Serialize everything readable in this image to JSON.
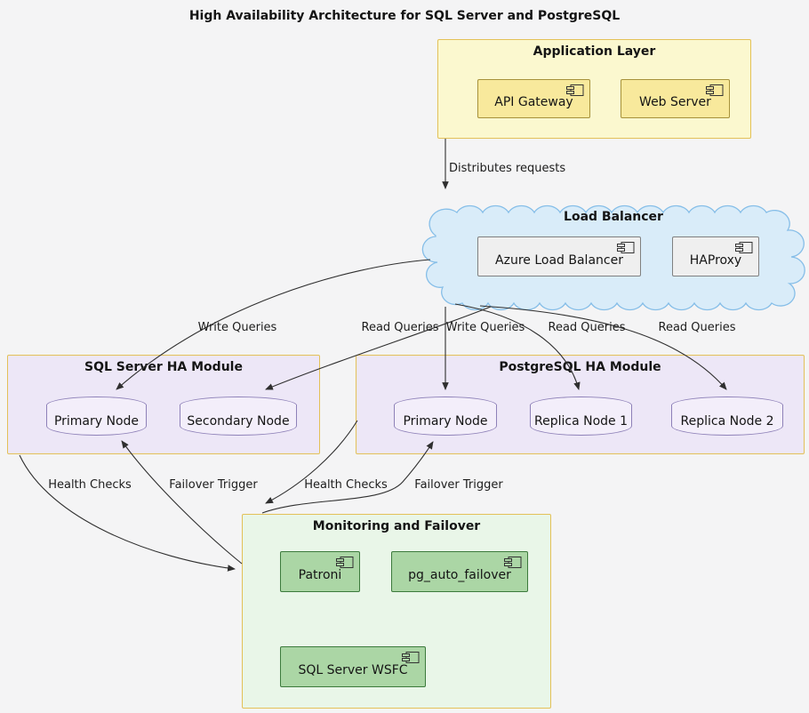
{
  "title": "High Availability Architecture for SQL Server and PostgreSQL",
  "groups": [
    {
      "label": "Application Layer",
      "type": "rectangle",
      "components": [
        {
          "label": "API Gateway"
        },
        {
          "label": "Web Server"
        }
      ]
    },
    {
      "label": "Load Balancer",
      "type": "cloud",
      "components": [
        {
          "label": "Azure Load Balancer"
        },
        {
          "label": "HAProxy"
        }
      ]
    },
    {
      "label": "SQL Server HA Module",
      "type": "rectangle",
      "databases": [
        {
          "label": "Primary Node"
        },
        {
          "label": "Secondary Node"
        }
      ]
    },
    {
      "label": "PostgreSQL HA Module",
      "type": "rectangle",
      "databases": [
        {
          "label": "Primary Node"
        },
        {
          "label": "Replica Node 1"
        },
        {
          "label": "Replica Node 2"
        }
      ]
    },
    {
      "label": "Monitoring and Failover",
      "type": "rectangle",
      "components": [
        {
          "label": "Patroni"
        },
        {
          "label": "pg_auto_failover"
        },
        {
          "label": "SQL Server WSFC"
        }
      ]
    }
  ],
  "edges": [
    {
      "label": "Distributes requests",
      "from": "Application Layer",
      "to": "Load Balancer"
    },
    {
      "label": "Write Queries",
      "from": "Load Balancer",
      "to": "SQL Server HA Module Primary Node"
    },
    {
      "label": "Read Queries",
      "from": "Load Balancer",
      "to": "SQL Server HA Module Secondary Node"
    },
    {
      "label": "Write Queries",
      "from": "Load Balancer",
      "to": "PostgreSQL HA Module Primary Node"
    },
    {
      "label": "Read Queries",
      "from": "Load Balancer",
      "to": "PostgreSQL HA Module Replica Node 1"
    },
    {
      "label": "Read Queries",
      "from": "Load Balancer",
      "to": "PostgreSQL HA Module Replica Node 2"
    },
    {
      "label": "Health Checks",
      "from": "SQL Server HA Module",
      "to": "Monitoring and Failover"
    },
    {
      "label": "Failover Trigger",
      "from": "Monitoring and Failover",
      "to": "SQL Server HA Module Primary Node"
    },
    {
      "label": "Health Checks",
      "from": "PostgreSQL HA Module",
      "to": "Monitoring and Failover"
    },
    {
      "label": "Failover Trigger",
      "from": "Monitoring and Failover",
      "to": "PostgreSQL HA Module Primary Node"
    }
  ],
  "colors": {
    "canvas_bg": "#f4f4f5",
    "app_layer_fill": "#fbf8cf",
    "yellow_component_fill": "#f8e99c",
    "yellow_component_border": "#a6913a",
    "module_border_gold": "#e3c158",
    "cloud_fill": "#d9ecf9",
    "cloud_border": "#86bee8",
    "gray_component_fill": "#efefef",
    "purple_module_fill": "#ede7f7",
    "cylinder_fill": "#f3eefa",
    "cylinder_border": "#8e81b8",
    "green_module_fill": "#e9f6e8",
    "green_component_fill": "#abd6a5",
    "green_component_border": "#3c7a3c",
    "edge_stroke": "#2f2f2f"
  }
}
